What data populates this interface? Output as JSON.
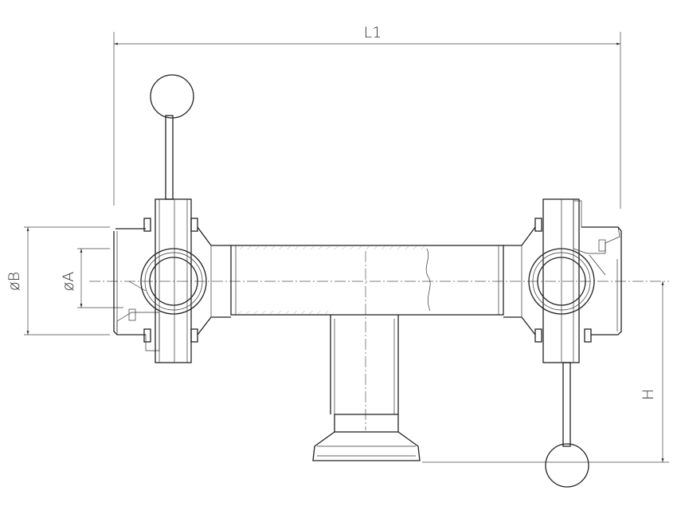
{
  "dimensions": {
    "overall_length": "L1",
    "outer_diameter": "øB",
    "inner_diameter": "øA",
    "height": "H"
  },
  "colors": {
    "line": "#222222",
    "background": "#ffffff"
  }
}
